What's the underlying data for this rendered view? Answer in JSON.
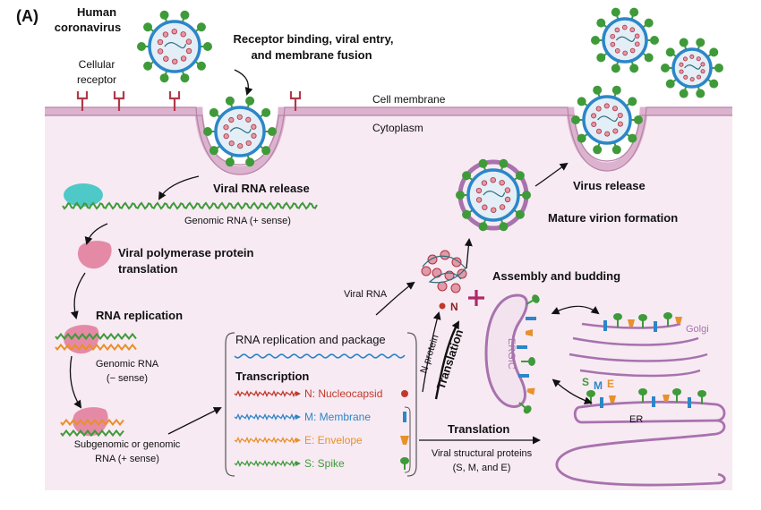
{
  "panel_label": "(A)",
  "colors": {
    "cytoplasm": "#f7eaf3",
    "membrane": "#dcb3cf",
    "membrane_edge": "#b682a6",
    "spike": "#3f9a3a",
    "envelope_blue": "#2c86c8",
    "rna_red": "#c0392b",
    "rna_blue": "#2c86c8",
    "rna_orange": "#e8902a",
    "rna_green": "#3f9a3a",
    "teal": "#4fc8c8",
    "pink": "#e58aa6",
    "ergic": "#a872ad"
  },
  "labels": {
    "human_coronavirus": [
      "Human",
      "coronavirus"
    ],
    "cellular_receptor": [
      "Cellular",
      "receptor"
    ],
    "receptor_binding": [
      "Receptor binding, viral entry,",
      "and membrane  fusion"
    ],
    "cell_membrane": "Cell membrane",
    "cytoplasm": "Cytoplasm",
    "viral_rna_release": "Viral RNA release",
    "genomic_rna_plus": "Genomic RNA (+ sense)",
    "polymerase_translation": [
      "Viral polymerase protein",
      "translation"
    ],
    "rna_replication": "RNA replication",
    "genomic_rna_minus": [
      "Genomic RNA",
      "(− sense)"
    ],
    "subgenomic_rna": [
      "Subgenomic or genomic",
      "RNA (+ sense)"
    ],
    "virus_release": "Virus release",
    "mature_virion": "Mature virion formation",
    "assembly_budding": "Assembly and budding",
    "viral_rna": "Viral RNA",
    "n_label": "N",
    "n_protein": "N protein",
    "translation_curved": "Translation",
    "ergic": "ERGIC",
    "golgi": "Golgi",
    "er": "ER",
    "sme_s": "S",
    "sme_m": "M",
    "sme_e": "E",
    "translation_bottom": "Translation",
    "viral_structural": [
      "Viral structural proteins",
      "(S, M, and E)"
    ]
  },
  "box": {
    "title": "RNA replication and package",
    "transcription": "Transcription",
    "items": [
      {
        "label": "N: Nucleocapsid",
        "color": "#c0392b"
      },
      {
        "label": "M: Membrane",
        "color": "#2c86c8"
      },
      {
        "label": "E: Envelope",
        "color": "#e8902a"
      },
      {
        "label": "S: Spike",
        "color": "#3f9a3a"
      }
    ]
  }
}
